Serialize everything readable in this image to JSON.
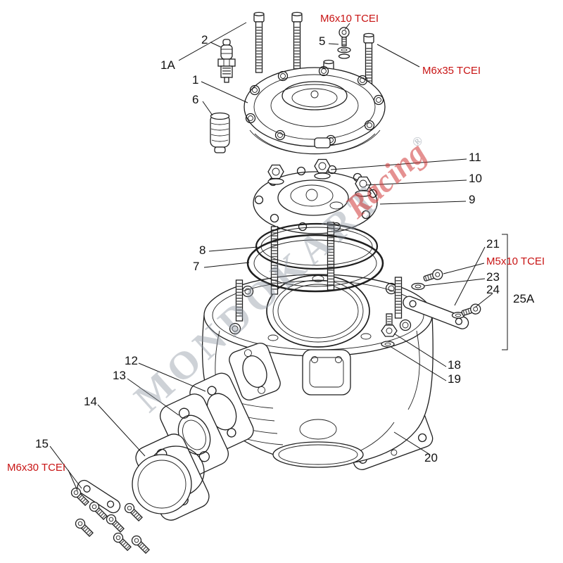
{
  "diagram": {
    "kind": "exploded-parts-diagram",
    "subject": "engine cylinder and cylinder head assembly"
  },
  "parts": [
    {
      "id": "1A",
      "label": "1A"
    },
    {
      "id": "2",
      "label": "2"
    },
    {
      "id": "1",
      "label": "1"
    },
    {
      "id": "6",
      "label": "6"
    },
    {
      "id": "5",
      "label": "5"
    },
    {
      "id": "11",
      "label": "11"
    },
    {
      "id": "10",
      "label": "10"
    },
    {
      "id": "9",
      "label": "9"
    },
    {
      "id": "8",
      "label": "8"
    },
    {
      "id": "7",
      "label": "7"
    },
    {
      "id": "21",
      "label": "21"
    },
    {
      "id": "23",
      "label": "23"
    },
    {
      "id": "24",
      "label": "24"
    },
    {
      "id": "25A",
      "label": "25A"
    },
    {
      "id": "18",
      "label": "18"
    },
    {
      "id": "19",
      "label": "19"
    },
    {
      "id": "12",
      "label": "12"
    },
    {
      "id": "13",
      "label": "13"
    },
    {
      "id": "14",
      "label": "14"
    },
    {
      "id": "15",
      "label": "15"
    },
    {
      "id": "20",
      "label": "20"
    }
  ],
  "hardware": [
    {
      "label": "M6x10 TCEI"
    },
    {
      "label": "M6x35 TCEI"
    },
    {
      "label": "M5x10 TCEI"
    },
    {
      "label": "M6x30 TCEI"
    }
  ],
  "watermark": {
    "brand": "MONDOKART",
    "tagline": "Racing",
    "reg": "®"
  },
  "colors": {
    "ink": "#1f1f1f",
    "hardware_label_red": "#c81414",
    "watermark_gray": "#8d96a2",
    "watermark_red": "#d03838",
    "background": "#ffffff"
  }
}
